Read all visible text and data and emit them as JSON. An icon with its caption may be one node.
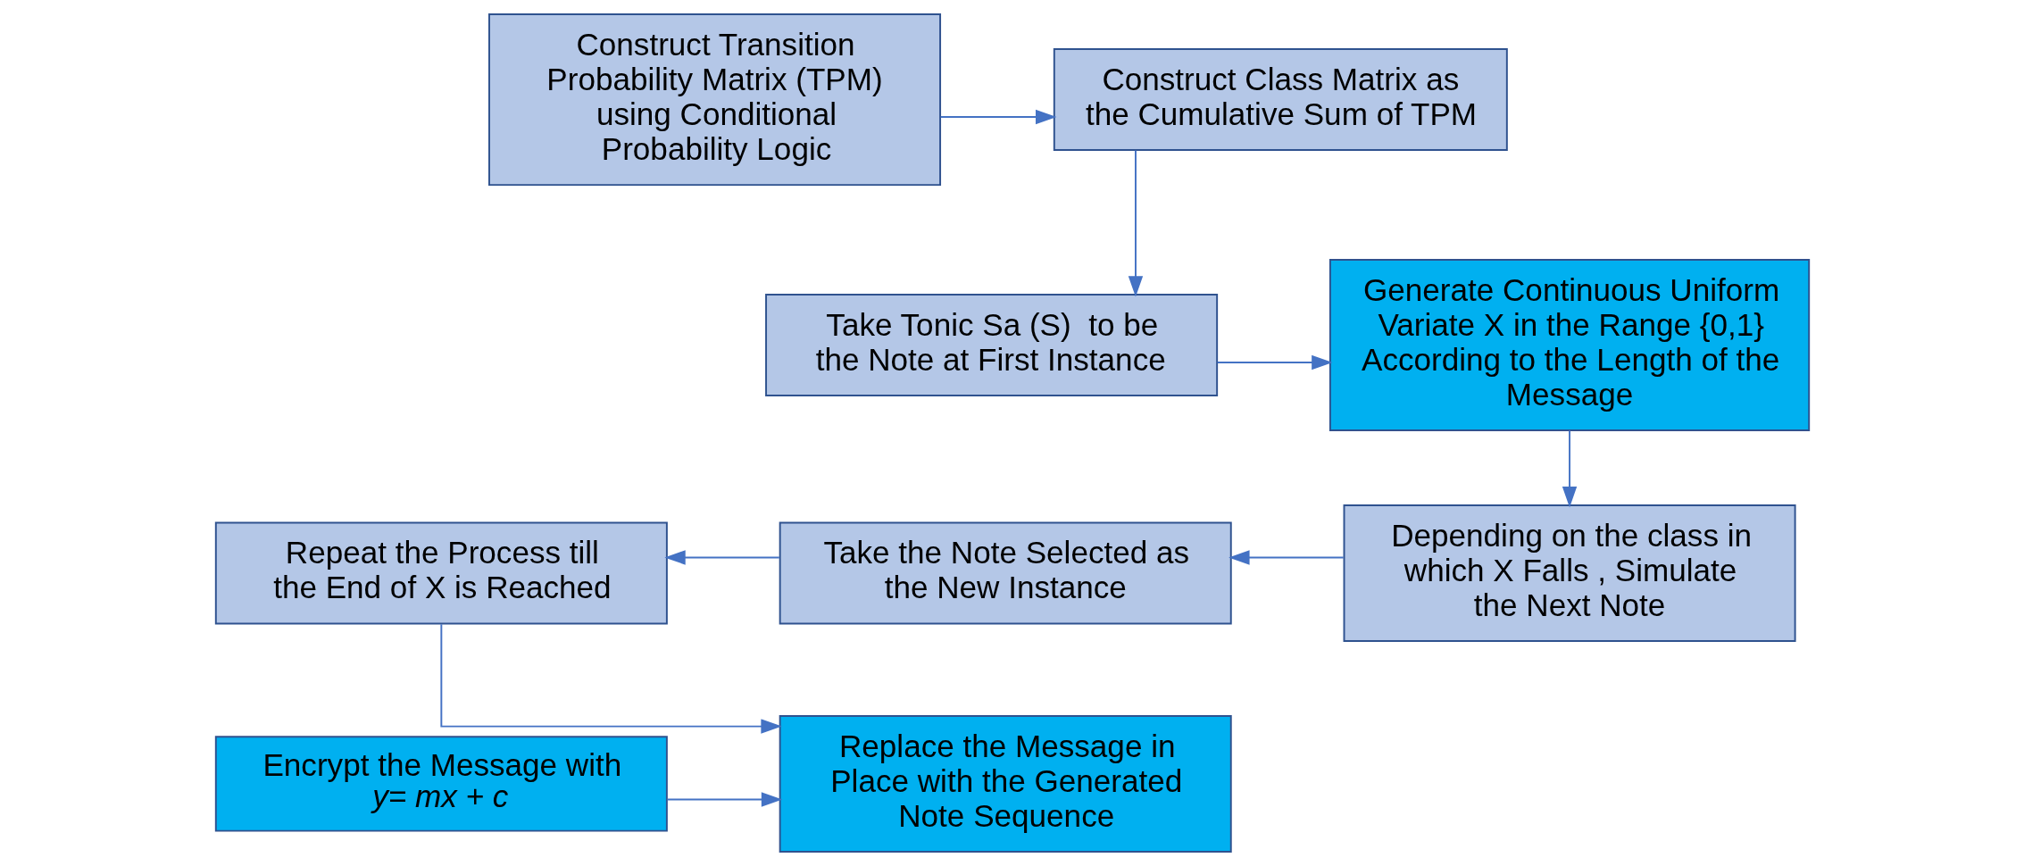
{
  "diagram": {
    "nodes": [
      {
        "text": [
          "Construct Transition Probability Matrix (TPM) using Conditional Probability Logic"
        ]
      },
      {
        "text": [
          "Construct Class Matrix as the Cumulative Sum of TPM"
        ]
      },
      {
        "text": [
          "Take Tonic Sa (S)  to be the Note at First Instance"
        ]
      },
      {
        "text": [
          "Generate Continuous Uniform Variate X in the Range {0,1}  According to the Length of the Message"
        ]
      },
      {
        "text": [
          "Depending on the class in which X Falls , Simulate the Next Note"
        ]
      },
      {
        "text": [
          "Take the Note Selected as the New Instance"
        ]
      },
      {
        "text": [
          "Repeat the Process till the End of X is Reached"
        ]
      },
      {
        "text": [
          "Encrypt the Message with",
          "y= mx + c"
        ]
      },
      {
        "text": [
          "Replace the Message in Place with the Generated Note Sequence"
        ]
      }
    ],
    "edges": [
      {
        "from": 0,
        "to": 1,
        "arrow": "to"
      },
      {
        "from": 1,
        "to": 2,
        "arrow": "to"
      },
      {
        "from": 2,
        "to": 3,
        "arrow": "to"
      },
      {
        "from": 3,
        "to": 4,
        "arrow": "to"
      },
      {
        "from": 4,
        "to": 5,
        "arrow": "to"
      },
      {
        "from": 5,
        "to": 6,
        "arrow": "to"
      },
      {
        "from": 6,
        "to": 8,
        "arrow": "to"
      },
      {
        "from": 7,
        "to": 8,
        "arrow": "to"
      }
    ]
  }
}
